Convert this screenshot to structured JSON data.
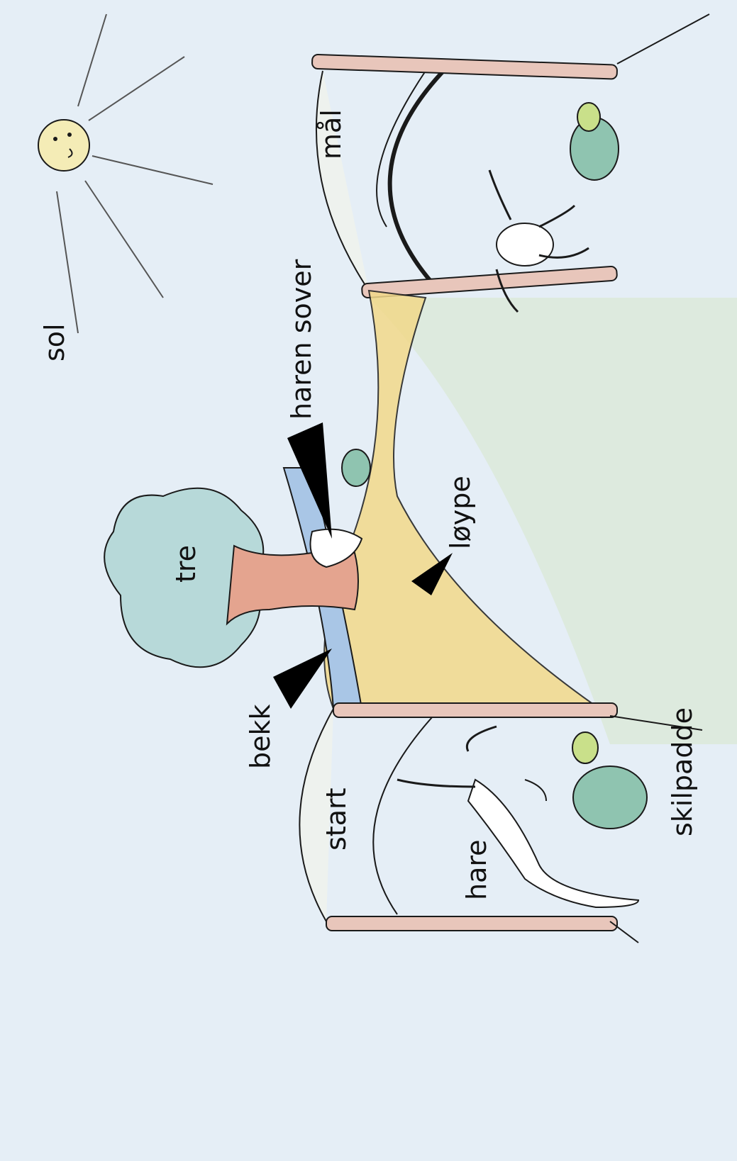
{
  "labels": {
    "sun": "sol",
    "tree": "tre",
    "hare_sleeps": "haren sover",
    "track": "løype",
    "finish": "mål",
    "creek": "bekk",
    "start": "start",
    "hare": "hare",
    "tortoise": "skilpadde"
  },
  "colors": {
    "sky": "#dde9f3",
    "grass": "#dbe8d8",
    "track": "#f2d98a",
    "creek": "#a9c6e6",
    "trunk": "#e4a48f",
    "foliage": "#b7d9d9",
    "tortoise_shell": "#8fc4b0",
    "tortoise_body": "#c9e08a",
    "post": "#e8c6bb",
    "sun": "#f4ecb6",
    "ink": "#1a1a1a"
  }
}
